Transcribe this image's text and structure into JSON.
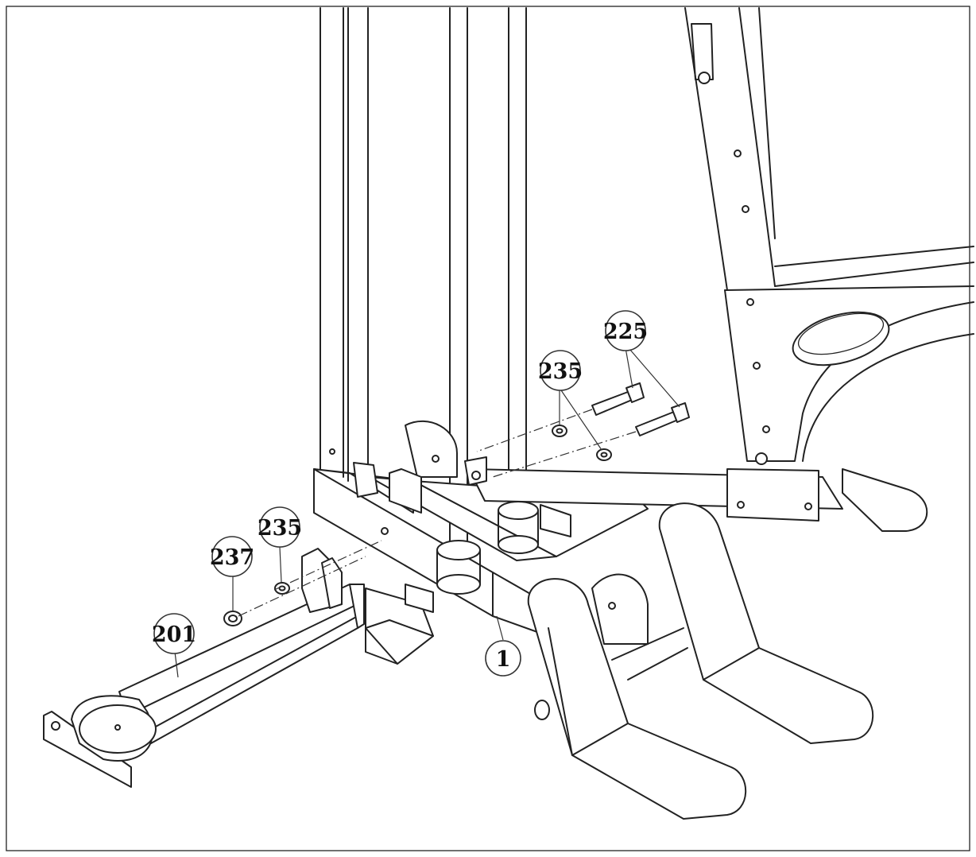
{
  "callouts": {
    "part_225": "225",
    "part_235_upper": "235",
    "part_235_lower": "235",
    "part_237": "237",
    "part_201": "201",
    "part_1": "1"
  }
}
